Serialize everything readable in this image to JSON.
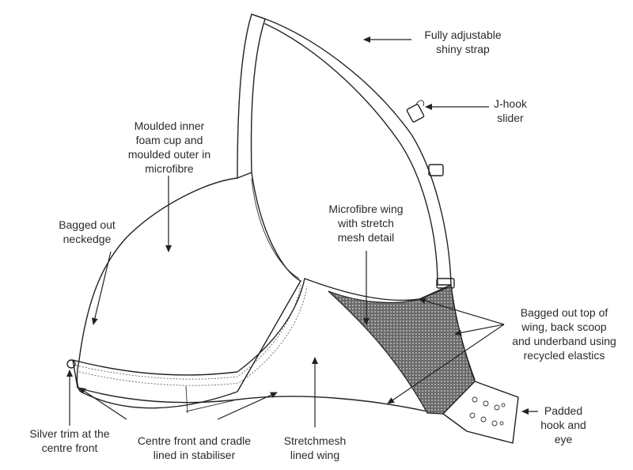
{
  "labels": {
    "strap": [
      "Fully adjustable",
      "shiny  strap"
    ],
    "jhook": [
      "J-hook",
      "slider"
    ],
    "cup": [
      "Moulded inner",
      "foam cup and",
      "moulded outer in",
      "microfibre"
    ],
    "neckedge": [
      "Bagged out",
      "neckedge"
    ],
    "wing": [
      "Microfibre wing",
      "with stretch",
      "mesh detail"
    ],
    "topwing": [
      "Bagged out top of",
      "wing, back scoop",
      "and underband using",
      "recycled elastics"
    ],
    "hook": [
      "Padded",
      "hook and",
      "eye"
    ],
    "trim": [
      "Silver trim at the",
      "centre front"
    ],
    "centre": [
      "Centre front and cradle",
      "lined in stabiliser"
    ],
    "stretchmesh": [
      "Stretchmesh",
      "lined wing"
    ]
  },
  "colors": {
    "line": "#222222",
    "mesh": "#6b6b6b",
    "text": "#2b2b2b"
  }
}
